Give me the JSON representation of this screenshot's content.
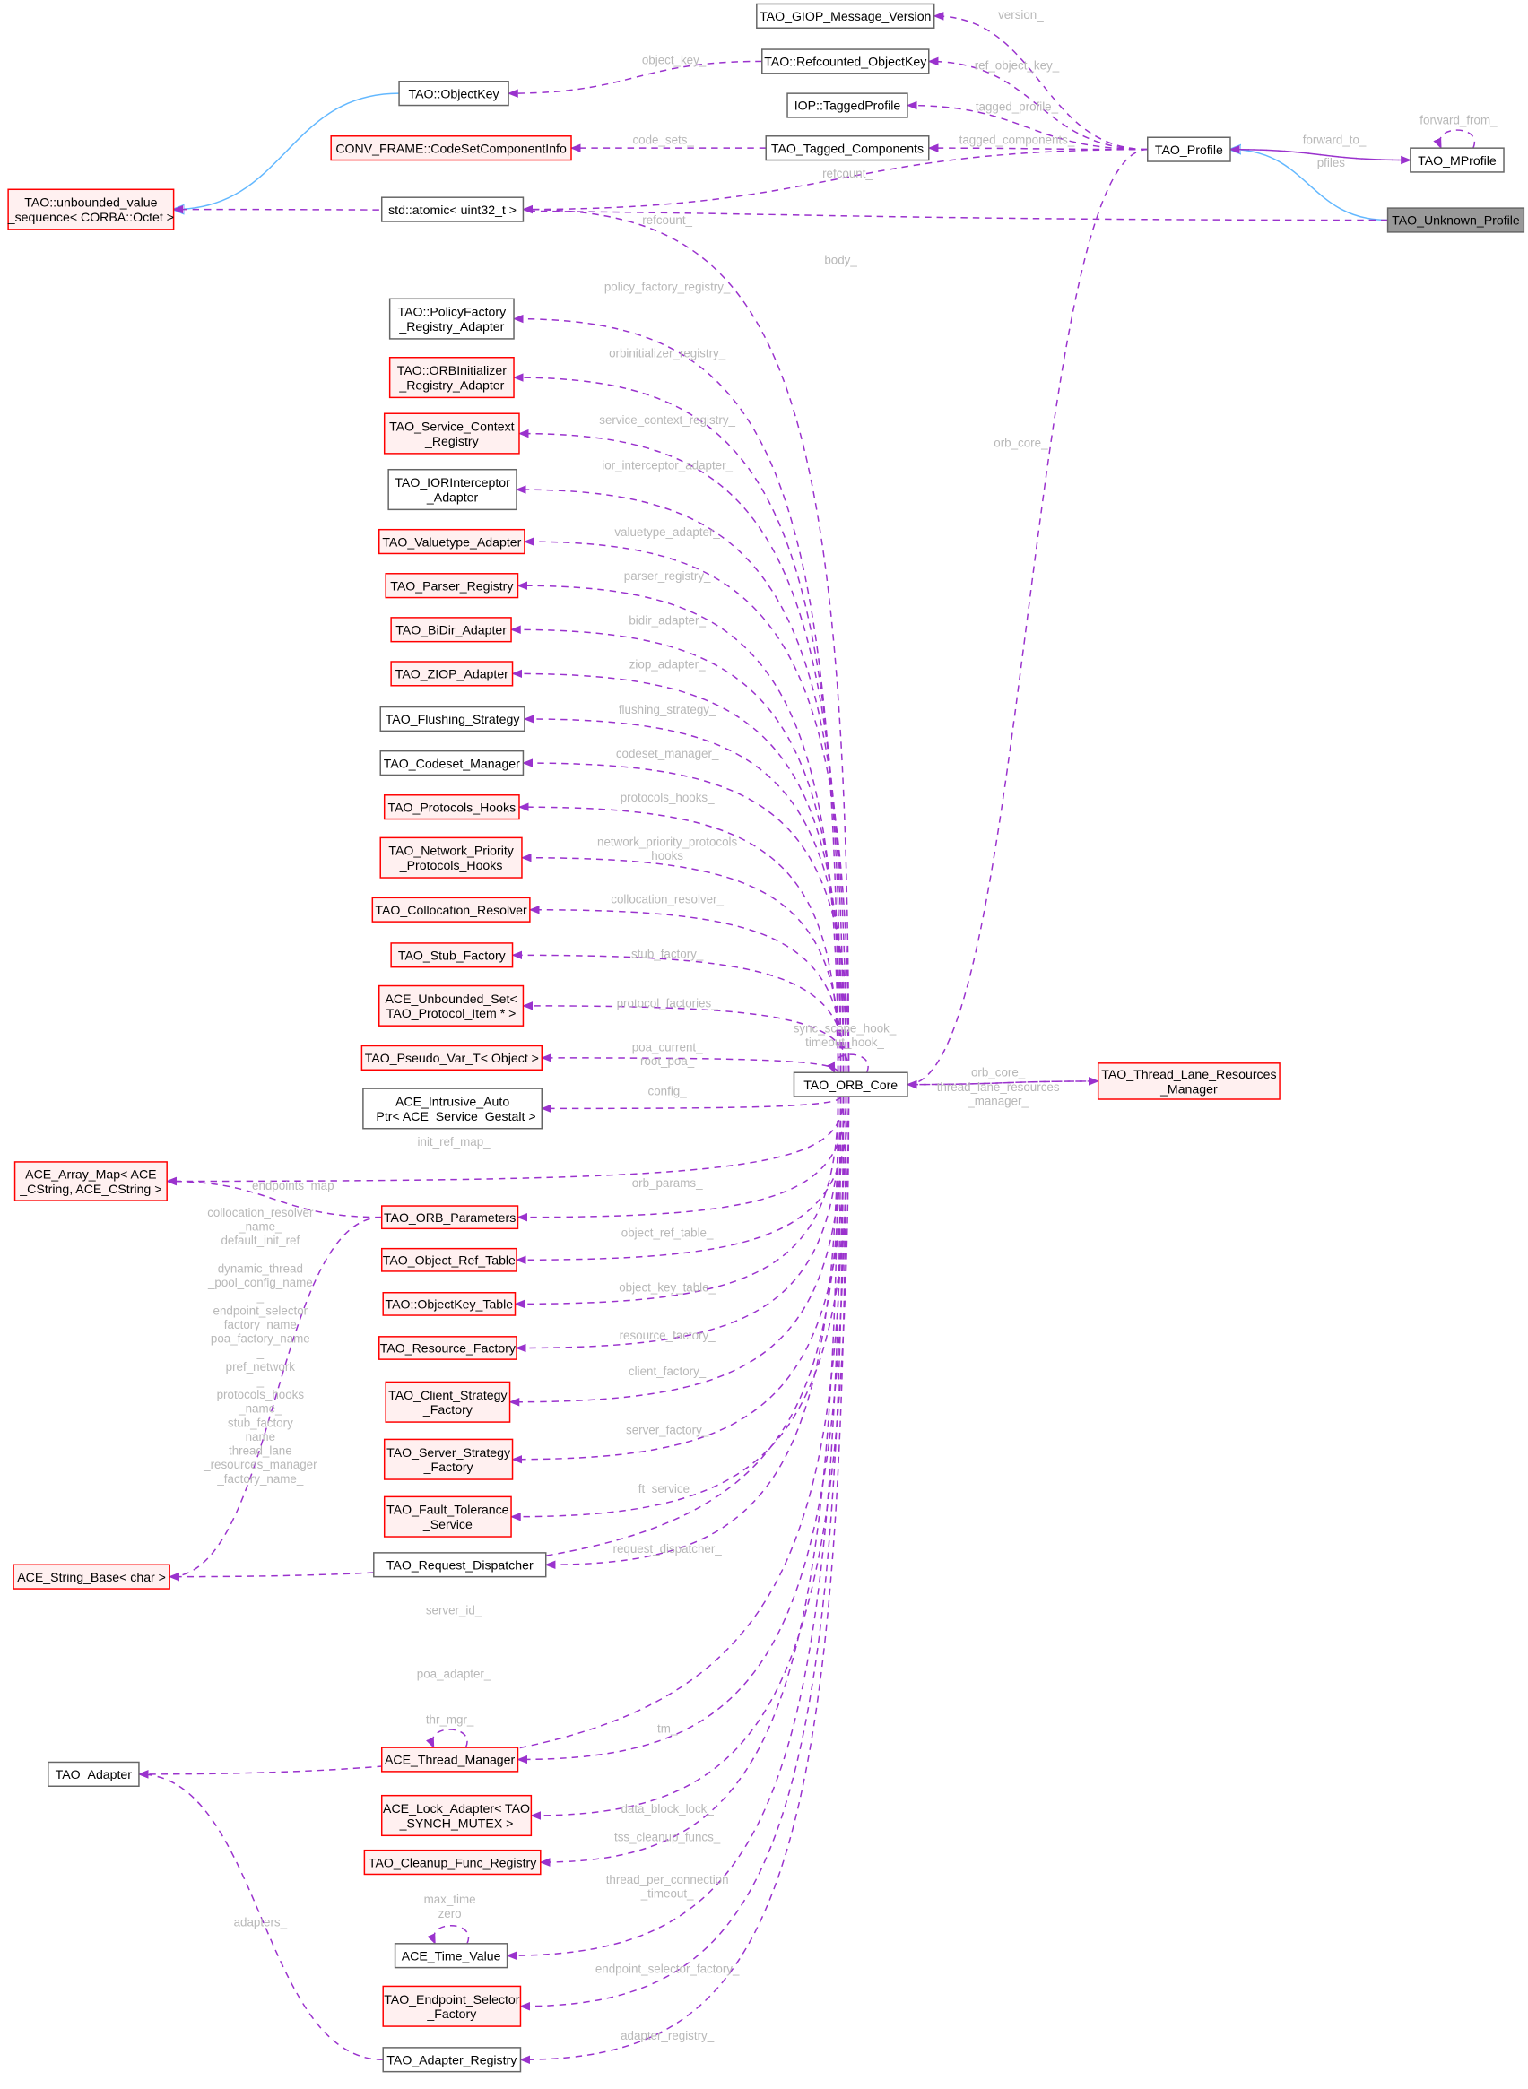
{
  "diagram": {
    "title": "TAO_Unknown_Profile collaboration graph",
    "colors": {
      "usage_edge": "#9a32cd",
      "inheritance_edge": "#63b8ff",
      "incomplete_border": "#ff0000",
      "incomplete_fill": "#fff0f0",
      "focus_fill": "#999999"
    },
    "nodes": {
      "giop": {
        "label": "TAO_GIOP_Message_Version",
        "style": "black"
      },
      "refcounted": {
        "label": "TAO::Refcounted_ObjectKey",
        "style": "black"
      },
      "tagged_profile": {
        "label": "IOP::TaggedProfile",
        "style": "black"
      },
      "tagged_components": {
        "label": "TAO_Tagged_Components",
        "style": "black"
      },
      "objectkey": {
        "label": "TAO::ObjectKey",
        "style": "black"
      },
      "codeset": {
        "label": "CONV_FRAME::CodeSetComponentInfo",
        "style": "red"
      },
      "atomic": {
        "label": "std::atomic< uint32_t >",
        "style": "black"
      },
      "unbounded": {
        "label": "TAO::unbounded_value\n_sequence< CORBA::Octet >",
        "style": "red"
      },
      "profile": {
        "label": "TAO_Profile",
        "style": "black"
      },
      "mprofile": {
        "label": "TAO_MProfile",
        "style": "black"
      },
      "unknown": {
        "label": "TAO_Unknown_Profile",
        "style": "gray"
      },
      "policy": {
        "label": "TAO::PolicyFactory\n_Registry_Adapter",
        "style": "black"
      },
      "orbinit": {
        "label": "TAO::ORBInitializer\n_Registry_Adapter",
        "style": "red"
      },
      "service": {
        "label": "TAO_Service_Context\n_Registry",
        "style": "red"
      },
      "ior": {
        "label": "TAO_IORInterceptor\n_Adapter",
        "style": "black"
      },
      "valuetype": {
        "label": "TAO_Valuetype_Adapter",
        "style": "red"
      },
      "parser": {
        "label": "TAO_Parser_Registry",
        "style": "red"
      },
      "bidir": {
        "label": "TAO_BiDir_Adapter",
        "style": "red"
      },
      "ziop": {
        "label": "TAO_ZIOP_Adapter",
        "style": "red"
      },
      "flushing": {
        "label": "TAO_Flushing_Strategy",
        "style": "black"
      },
      "codeset_mgr": {
        "label": "TAO_Codeset_Manager",
        "style": "black"
      },
      "protocols_hooks": {
        "label": "TAO_Protocols_Hooks",
        "style": "red"
      },
      "network": {
        "label": "TAO_Network_Priority\n_Protocols_Hooks",
        "style": "red"
      },
      "collocation": {
        "label": "TAO_Collocation_Resolver",
        "style": "red"
      },
      "stub": {
        "label": "TAO_Stub_Factory",
        "style": "red"
      },
      "unbounded_set": {
        "label": "ACE_Unbounded_Set<\nTAO_Protocol_Item * >",
        "style": "red"
      },
      "pseudo": {
        "label": "TAO_Pseudo_Var_T< Object >",
        "style": "red"
      },
      "intrusive": {
        "label": "ACE_Intrusive_Auto\n_Ptr< ACE_Service_Gestalt >",
        "style": "black"
      },
      "orbcore": {
        "label": "TAO_ORB_Core",
        "style": "black"
      },
      "tlrm": {
        "label": "TAO_Thread_Lane_Resources\n_Manager",
        "style": "red"
      },
      "array_map": {
        "label": "ACE_Array_Map< ACE\n_CString, ACE_CString >",
        "style": "red"
      },
      "orb_params": {
        "label": "TAO_ORB_Parameters",
        "style": "red"
      },
      "obj_ref": {
        "label": "TAO_Object_Ref_Table",
        "style": "red"
      },
      "objkey_table": {
        "label": "TAO::ObjectKey_Table",
        "style": "red"
      },
      "resource": {
        "label": "TAO_Resource_Factory",
        "style": "red"
      },
      "client": {
        "label": "TAO_Client_Strategy\n_Factory",
        "style": "red"
      },
      "server": {
        "label": "TAO_Server_Strategy\n_Factory",
        "style": "red"
      },
      "fault": {
        "label": "TAO_Fault_Tolerance\n_Service",
        "style": "red"
      },
      "request": {
        "label": "TAO_Request_Dispatcher",
        "style": "black"
      },
      "string_base": {
        "label": "ACE_String_Base< char >",
        "style": "red"
      },
      "adapter": {
        "label": "TAO_Adapter",
        "style": "black"
      },
      "thread_mgr": {
        "label": "ACE_Thread_Manager",
        "style": "red"
      },
      "lock": {
        "label": "ACE_Lock_Adapter< TAO\n_SYNCH_MUTEX >",
        "style": "red"
      },
      "cleanup": {
        "label": "TAO_Cleanup_Func_Registry",
        "style": "red"
      },
      "time_value": {
        "label": "ACE_Time_Value",
        "style": "black"
      },
      "endpoint": {
        "label": "TAO_Endpoint_Selector\n_Factory",
        "style": "red"
      },
      "adapter_registry": {
        "label": "TAO_Adapter_Registry",
        "style": "black"
      }
    },
    "edges": [
      {
        "from": "profile",
        "to": "giop",
        "label": "version_",
        "kind": "usage"
      },
      {
        "from": "profile",
        "to": "refcounted",
        "label": "ref_object_key_",
        "kind": "usage"
      },
      {
        "from": "profile",
        "to": "tagged_profile",
        "label": "tagged_profile_",
        "kind": "usage"
      },
      {
        "from": "profile",
        "to": "tagged_components",
        "label": "tagged_components_",
        "kind": "usage"
      },
      {
        "from": "profile",
        "to": "atomic",
        "label": "refcount_",
        "kind": "usage"
      },
      {
        "from": "refcounted",
        "to": "objectkey",
        "label": "object_key_",
        "kind": "usage"
      },
      {
        "from": "tagged_components",
        "to": "codeset",
        "label": "code_sets_",
        "kind": "usage"
      },
      {
        "from": "objectkey",
        "to": "unbounded",
        "label": "",
        "kind": "inheritance"
      },
      {
        "from": "unknown",
        "to": "profile",
        "label": "",
        "kind": "inheritance"
      },
      {
        "from": "profile",
        "to": "mprofile",
        "label": "forward_to_",
        "kind": "usage"
      },
      {
        "from": "mprofile",
        "to": "profile",
        "label": "pfiles_",
        "kind": "usage"
      },
      {
        "from": "mprofile",
        "to": "mprofile",
        "label": "forward_from_",
        "kind": "self"
      },
      {
        "from": "unknown",
        "to": "unbounded",
        "label": "body_",
        "kind": "usage"
      },
      {
        "from": "profile",
        "to": "orbcore",
        "label": "orb_core_",
        "kind": "usage"
      },
      {
        "from": "orbcore",
        "to": "atomic",
        "label": "refcount_",
        "kind": "usage"
      },
      {
        "from": "orbcore",
        "to": "policy",
        "label": "policy_factory_registry_",
        "kind": "usage"
      },
      {
        "from": "orbcore",
        "to": "orbinit",
        "label": "orbinitializer_registry_",
        "kind": "usage"
      },
      {
        "from": "orbcore",
        "to": "service",
        "label": "service_context_registry_",
        "kind": "usage"
      },
      {
        "from": "orbcore",
        "to": "ior",
        "label": "ior_interceptor_adapter_",
        "kind": "usage"
      },
      {
        "from": "orbcore",
        "to": "valuetype",
        "label": "valuetype_adapter_",
        "kind": "usage"
      },
      {
        "from": "orbcore",
        "to": "parser",
        "label": "parser_registry_",
        "kind": "usage"
      },
      {
        "from": "orbcore",
        "to": "bidir",
        "label": "bidir_adapter_",
        "kind": "usage"
      },
      {
        "from": "orbcore",
        "to": "ziop",
        "label": "ziop_adapter_",
        "kind": "usage"
      },
      {
        "from": "orbcore",
        "to": "flushing",
        "label": "flushing_strategy_",
        "kind": "usage"
      },
      {
        "from": "orbcore",
        "to": "codeset_mgr",
        "label": "codeset_manager_",
        "kind": "usage"
      },
      {
        "from": "orbcore",
        "to": "protocols_hooks",
        "label": "protocols_hooks_",
        "kind": "usage"
      },
      {
        "from": "orbcore",
        "to": "network",
        "label": "network_priority_protocols\n_hooks_",
        "kind": "usage"
      },
      {
        "from": "orbcore",
        "to": "collocation",
        "label": "collocation_resolver_",
        "kind": "usage"
      },
      {
        "from": "orbcore",
        "to": "stub",
        "label": "stub_factory_",
        "kind": "usage"
      },
      {
        "from": "orbcore",
        "to": "unbounded_set",
        "label": "protocol_factories_",
        "kind": "usage"
      },
      {
        "from": "orbcore",
        "to": "pseudo",
        "label": "poa_current_\nroot_poa_",
        "kind": "usage"
      },
      {
        "from": "orbcore",
        "to": "intrusive",
        "label": "config_",
        "kind": "usage"
      },
      {
        "from": "orbcore",
        "to": "array_map",
        "label": "init_ref_map_",
        "kind": "usage"
      },
      {
        "from": "orbcore",
        "to": "orb_params",
        "label": "orb_params_",
        "kind": "usage"
      },
      {
        "from": "orbcore",
        "to": "obj_ref",
        "label": "object_ref_table_",
        "kind": "usage"
      },
      {
        "from": "orbcore",
        "to": "objkey_table",
        "label": "object_key_table_",
        "kind": "usage"
      },
      {
        "from": "orbcore",
        "to": "resource",
        "label": "resource_factory_",
        "kind": "usage"
      },
      {
        "from": "orbcore",
        "to": "client",
        "label": "client_factory_",
        "kind": "usage"
      },
      {
        "from": "orbcore",
        "to": "server",
        "label": "server_factory_",
        "kind": "usage"
      },
      {
        "from": "orbcore",
        "to": "fault",
        "label": "ft_service_",
        "kind": "usage"
      },
      {
        "from": "orbcore",
        "to": "request",
        "label": "request_dispatcher_",
        "kind": "usage"
      },
      {
        "from": "orbcore",
        "to": "string_base",
        "label": "server_id_",
        "kind": "usage"
      },
      {
        "from": "orbcore",
        "to": "adapter",
        "label": "poa_adapter_",
        "kind": "usage"
      },
      {
        "from": "orbcore",
        "to": "thread_mgr",
        "label": "tm_",
        "kind": "usage"
      },
      {
        "from": "orbcore",
        "to": "lock",
        "label": "data_block_lock_",
        "kind": "usage"
      },
      {
        "from": "orbcore",
        "to": "cleanup",
        "label": "tss_cleanup_funcs_",
        "kind": "usage"
      },
      {
        "from": "orbcore",
        "to": "time_value",
        "label": "thread_per_connection\n_timeout_",
        "kind": "usage"
      },
      {
        "from": "orbcore",
        "to": "endpoint",
        "label": "endpoint_selector_factory_",
        "kind": "usage"
      },
      {
        "from": "orbcore",
        "to": "adapter_registry",
        "label": "adapter_registry_",
        "kind": "usage"
      },
      {
        "from": "orbcore",
        "to": "orbcore",
        "label": "sync_scope_hook_\ntimeout_hook_",
        "kind": "self"
      },
      {
        "from": "tlrm",
        "to": "orbcore",
        "label": "orb_core_",
        "kind": "usage"
      },
      {
        "from": "orbcore",
        "to": "tlrm",
        "label": "thread_lane_resources\n_manager_",
        "kind": "usage"
      },
      {
        "from": "orb_params",
        "to": "array_map",
        "label": "endpoints_map_",
        "kind": "usage"
      },
      {
        "from": "orb_params",
        "to": "string_base",
        "label": "collocation_resolver\n_name_\ndefault_init_ref\n_\ndynamic_thread\n_pool_config_name\n_\nendpoint_selector\n_factory_name_\npoa_factory_name\n_\npref_network\n_\nprotocols_hooks\n_name_\nstub_factory\n_name_\nthread_lane\n_resources_manager\n_factory_name_",
        "kind": "usage"
      },
      {
        "from": "thread_mgr",
        "to": "thread_mgr",
        "label": "thr_mgr_",
        "kind": "self"
      },
      {
        "from": "time_value",
        "to": "time_value",
        "label": "max_time\nzero",
        "kind": "self"
      },
      {
        "from": "adapter_registry",
        "to": "adapter",
        "label": "adapters_",
        "kind": "usage"
      }
    ]
  }
}
